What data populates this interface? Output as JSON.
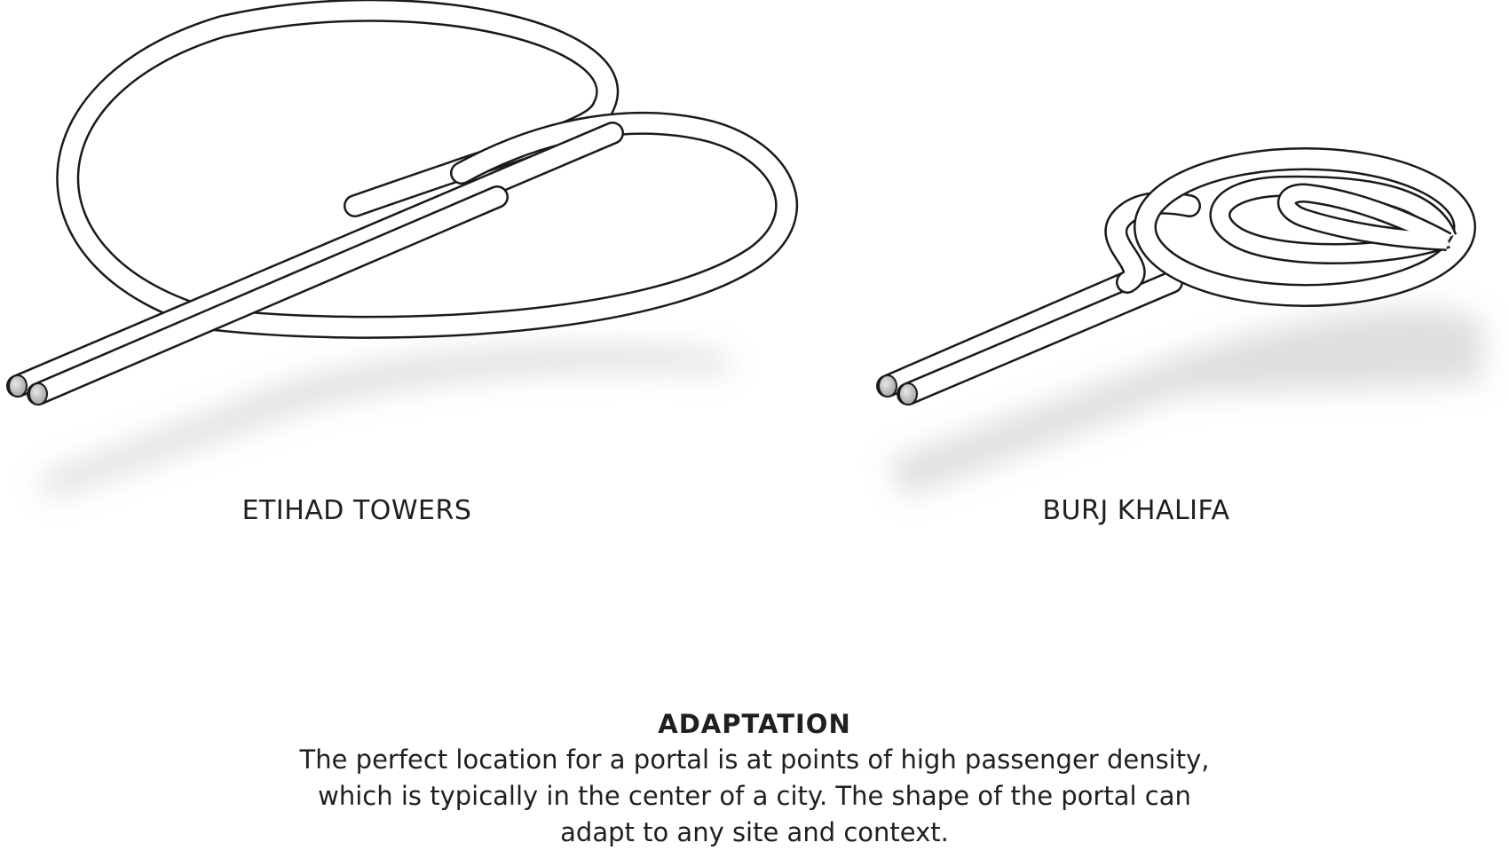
{
  "diagrams": [
    {
      "label": "ETIHAD TOWERS"
    },
    {
      "label": "BURJ KHALIFA"
    }
  ],
  "section": {
    "heading": "ADAPTATION",
    "body_lines": [
      "The perfect location for a portal is at points of high passenger density,",
      "which is typically in the center of a city. The shape of the portal can",
      "adapt to any site and context."
    ]
  },
  "colors": {
    "stroke": "#1a1a1a",
    "tube_fill": "#ffffff",
    "shadow": "#bdbdbd",
    "text": "#1f1f1f"
  }
}
